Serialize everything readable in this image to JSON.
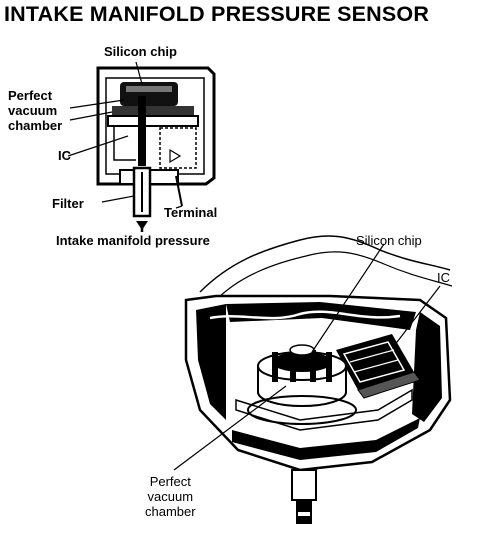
{
  "title": "INTAKE MANIFOLD PRESSURE SENSOR",
  "top_diagram": {
    "labels": {
      "silicon_chip": "Silicon chip",
      "perfect_vacuum_chamber": [
        "Perfect",
        "vacuum",
        "chamber"
      ],
      "ic": "IC",
      "filter": "Filter",
      "terminal": "Terminal",
      "intake_pressure": "Intake manifold pressure"
    }
  },
  "bottom_diagram": {
    "labels": {
      "silicon_chip": "Silicon chip",
      "ic": "IC",
      "perfect_vacuum_chamber": [
        "Perfect",
        "vacuum",
        "chamber"
      ]
    }
  }
}
